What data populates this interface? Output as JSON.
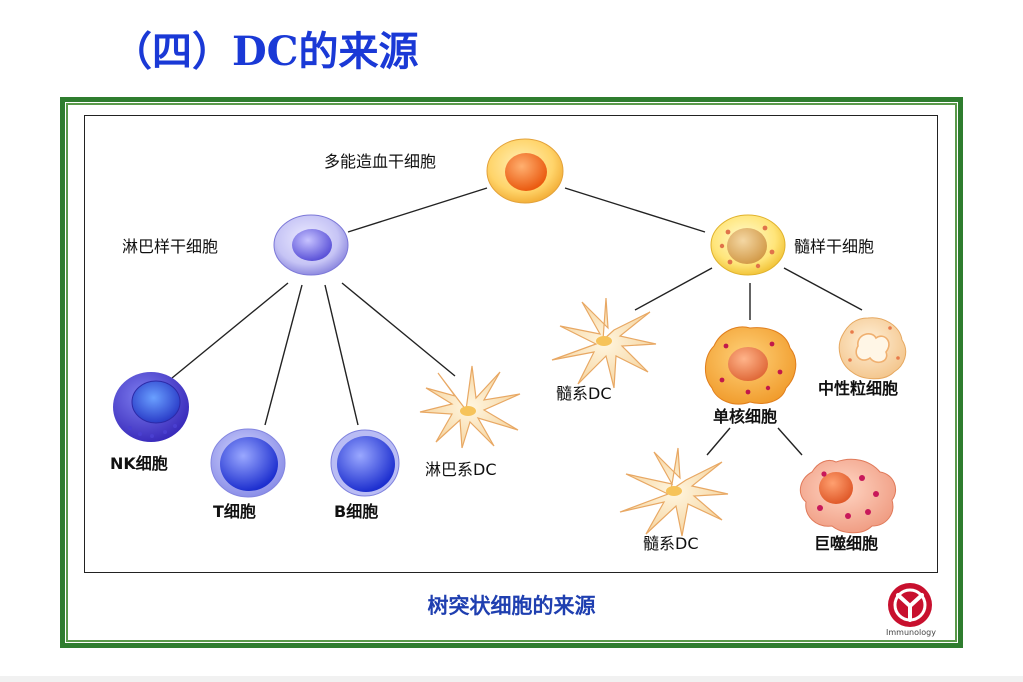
{
  "slide": {
    "title": "（四）DC的来源"
  },
  "figure": {
    "caption": "树突状细胞的来源",
    "logo_text": "Immunology",
    "cells": {
      "hsc": "多能造血干细胞",
      "lymphoid_stem": "淋巴样干细胞",
      "myeloid_stem": "髓样干细胞",
      "nk": "NK细胞",
      "t_cell": "T细胞",
      "b_cell": "B细胞",
      "lymphoid_dc": "淋巴系DC",
      "myeloid_dc_1": "髓系DC",
      "monocyte": "单核细胞",
      "neutrophil": "中性粒细胞",
      "myeloid_dc_2": "髓系DC",
      "macrophage": "巨噬细胞"
    }
  },
  "colors": {
    "title": "#1a39d6",
    "frame_border": "#2f7d2f",
    "caption": "#1f3fb0",
    "logo": "#c8102e"
  }
}
